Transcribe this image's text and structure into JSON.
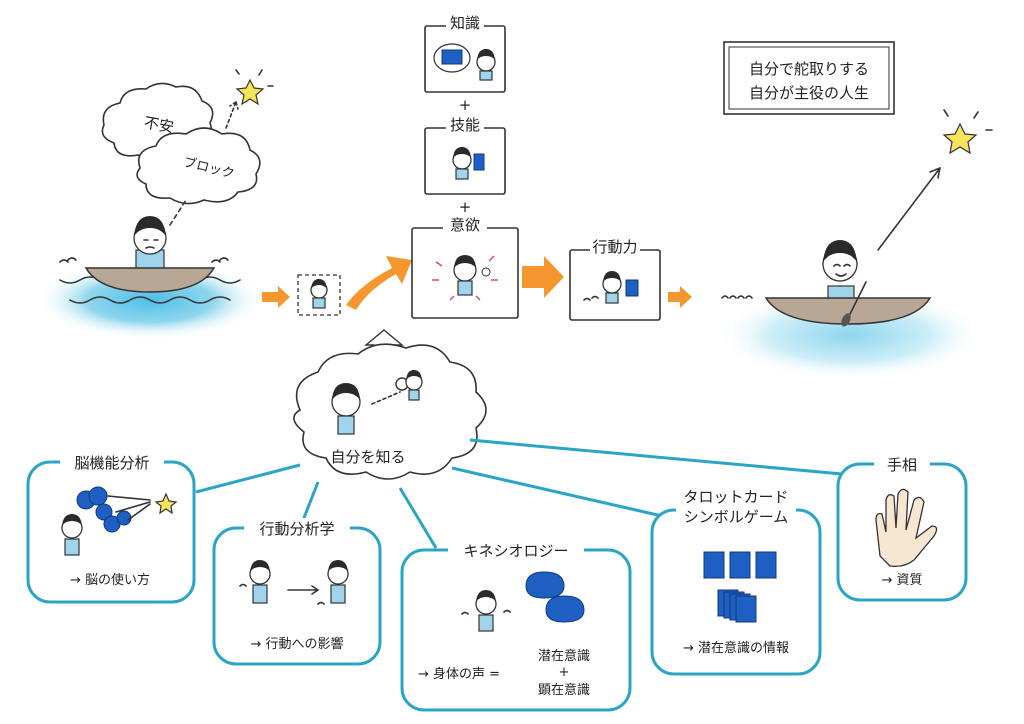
{
  "title_box": {
    "line1": "自分で舵取りする",
    "line2": "自分が主役の人生"
  },
  "left_scene": {
    "cloud_fear": "不安",
    "cloud_block": "ブロック"
  },
  "center": {
    "knowledge": "知識",
    "plus1": "+",
    "skill": "技能",
    "plus2": "+",
    "motivation": "意欲",
    "action": "行動力",
    "know_self": "自分を知る"
  },
  "topics": {
    "brain": {
      "title": "脳機能分析",
      "note": "→ 脳の使い方"
    },
    "behavior": {
      "title": "行動分析学",
      "note": "→ 行動への影響"
    },
    "kinesiology": {
      "title": "キネシオロジー",
      "note_prefix": "→ 身体の声 =",
      "note_a": "潜在意識",
      "note_plus": "+",
      "note_b": "顕在意識"
    },
    "tarot": {
      "title_line1": "タロットカード",
      "title_line2": "シンボルゲーム",
      "note": "→ 潜在意識の情報"
    },
    "palm": {
      "title": "手相",
      "note": "→ 資質"
    }
  },
  "colors": {
    "accent_orange": "#f6962f",
    "frame_blue": "#2aa5c5",
    "water": "#7ccfe8",
    "card_blue": "#1e5fc4"
  },
  "icons": [
    "star-icon",
    "boat-icon",
    "book-icon",
    "hand-icon",
    "magnifier-icon",
    "card-icon"
  ]
}
